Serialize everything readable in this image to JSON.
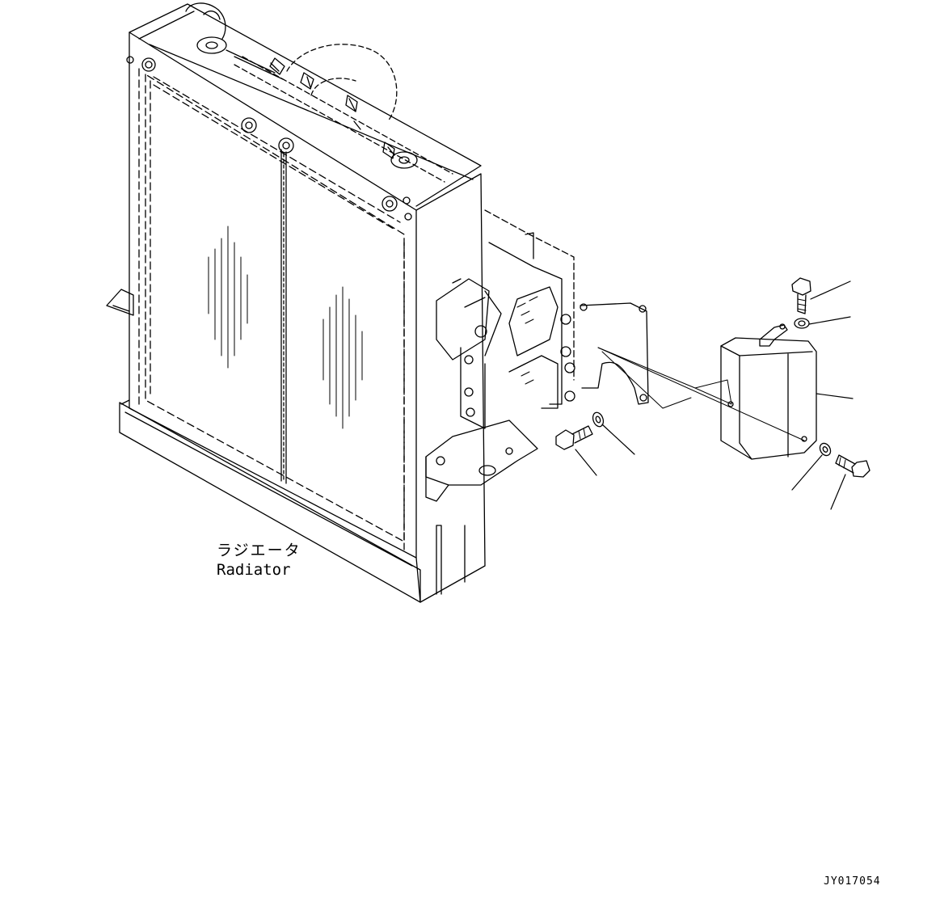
{
  "labels": {
    "radiator_jp": "ラジエータ",
    "radiator_en": "Radiator"
  },
  "document": {
    "code": "JY017054"
  },
  "colors": {
    "line": "#000000",
    "background": "#ffffff"
  }
}
